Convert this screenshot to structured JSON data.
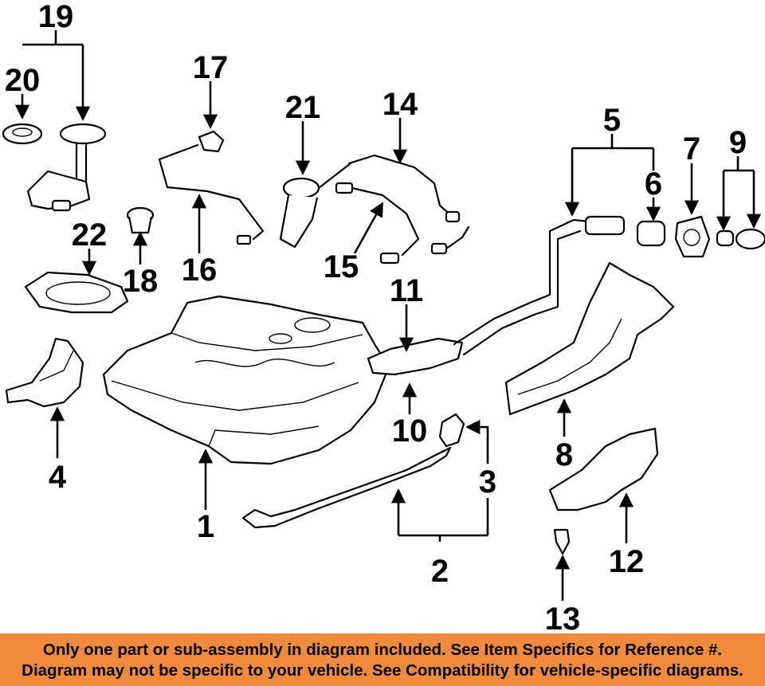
{
  "callouts": {
    "c1": "1",
    "c2": "2",
    "c3": "3",
    "c4": "4",
    "c5": "5",
    "c6": "6",
    "c7": "7",
    "c8": "8",
    "c9": "9",
    "c10": "10",
    "c11": "11",
    "c12": "12",
    "c13": "13",
    "c14": "14",
    "c15": "15",
    "c16": "16",
    "c17": "17",
    "c18": "18",
    "c19": "19",
    "c20": "20",
    "c21": "21",
    "c22": "22"
  },
  "footer": {
    "line1": "Only one part or sub-assembly in diagram included. See Item Specifics for Reference #.",
    "line2": "Diagram may not be specific to your vehicle. See Compatibility for vehicle-specific diagrams."
  },
  "colors": {
    "footer_bg": "#f08a3c",
    "ink": "#000000"
  }
}
